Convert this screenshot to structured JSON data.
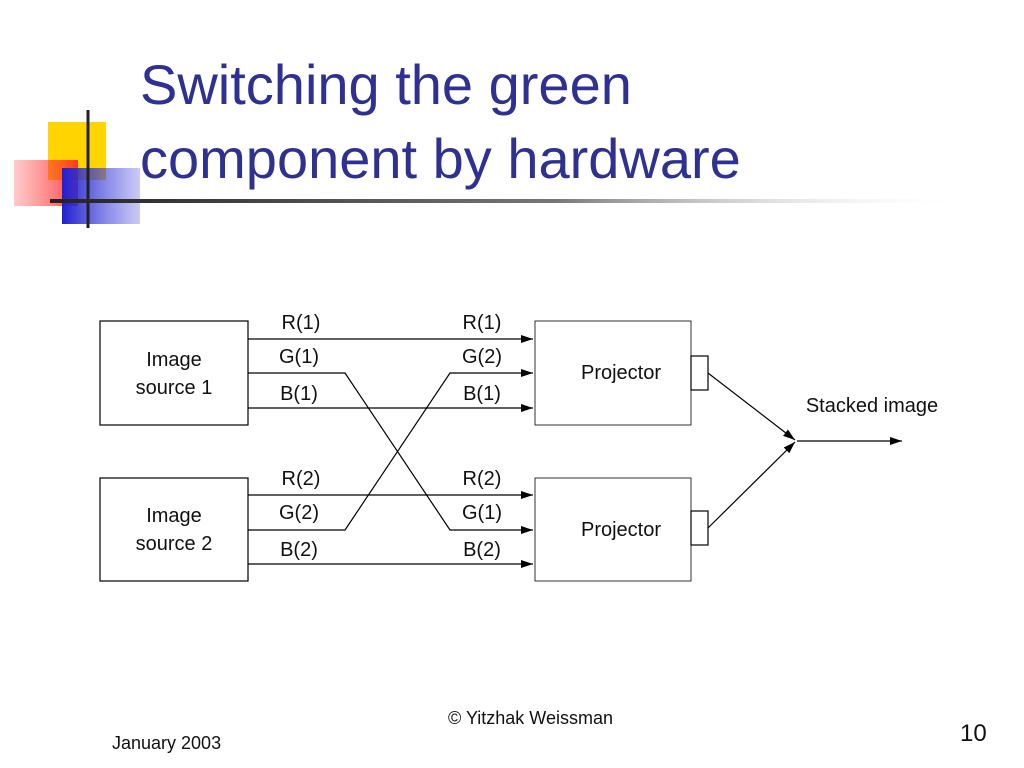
{
  "slide": {
    "title_line1": "Switching the green",
    "title_line2": "component by hardware",
    "copyright": "© Yitzhak Weissman",
    "date": "January 2003",
    "page_number": "10"
  },
  "diagram": {
    "source1": {
      "line1": "Image",
      "line2": "source 1"
    },
    "source2": {
      "line1": "Image",
      "line2": "source 2"
    },
    "projector1": "Projector",
    "projector2": "Projector",
    "output": "Stacked image",
    "top_left": [
      "R(1)",
      "G(1)",
      "B(1)"
    ],
    "top_right": [
      "R(1)",
      "G(2)",
      "B(1)"
    ],
    "bottom_left": [
      "R(2)",
      "G(2)",
      "B(2)"
    ],
    "bottom_right": [
      "R(2)",
      "G(1)",
      "B(2)"
    ]
  },
  "colors": {
    "title": "#2e3192",
    "deco_yellow": "#ffd400",
    "deco_red": "#ff3333",
    "deco_blue": "#2b2bd0"
  }
}
